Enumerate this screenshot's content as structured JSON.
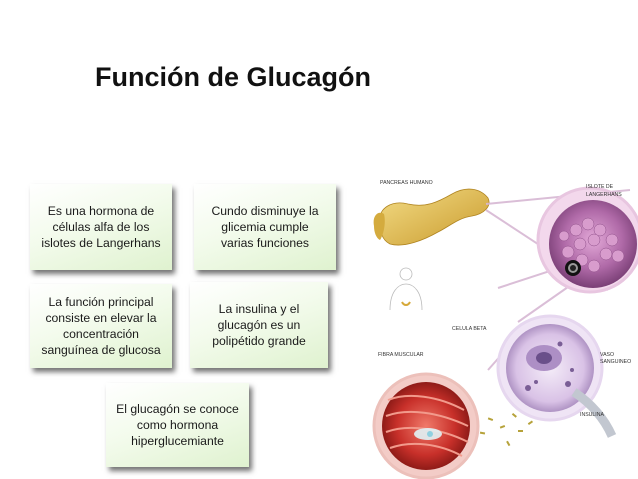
{
  "slide": {
    "title": "Función de Glucagón"
  },
  "cards": [
    {
      "id": "c1",
      "lines": [
        "Es una  hormona de",
        "células  alfa  de los",
        "islotes  de  Langerhans"
      ]
    },
    {
      "id": "c2",
      "lines": [
        "Cundo disminuye la",
        "glicemia cumple",
        "varias  funciones"
      ]
    },
    {
      "id": "c3",
      "lines": [
        "La función  principal",
        "consiste en elevar  la",
        "concentración",
        "sanguínea de  glucosa"
      ]
    },
    {
      "id": "c4",
      "lines": [
        "La  insulina  y el",
        "glucagón  es un",
        "polipétido grande"
      ]
    },
    {
      "id": "c5",
      "lines": [
        "El  glucagón se conoce",
        "como  hormona",
        "hiperglucemiante"
      ]
    }
  ],
  "illustration": {
    "labels": {
      "pancreas": "PANCREAS HUMANO",
      "islote_1": "ISLOTE DE",
      "islote_2": "LANGERHANS",
      "celula_beta": "CELULA BETA",
      "fibra": "FIBRA MUSCULAR",
      "vaso_1": "VASO",
      "vaso_2": "SANGUINEO",
      "insulina": "INSULINA"
    },
    "colors": {
      "pancreas": "#e8c25a",
      "islet": "#b06aa8",
      "cell": "#d9c2e6",
      "muscle": "#c8302a",
      "vessel": "#d8dde6"
    }
  }
}
